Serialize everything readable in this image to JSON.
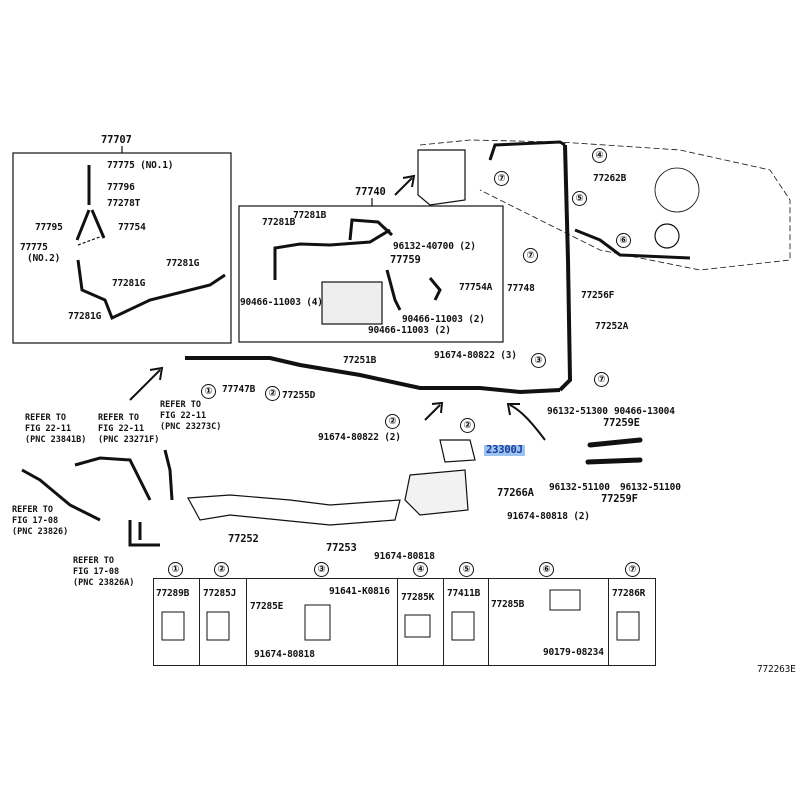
{
  "diagram_id": "772263E",
  "highlight_color": "#9cc3f0",
  "groups": {
    "left_box": {
      "title": "77707",
      "labels": [
        "77775 (NO.1)",
        "77796",
        "77278T",
        "77795",
        "77754",
        "77775",
        "(NO.2)",
        "77281G",
        "77281G",
        "77281G"
      ]
    },
    "canister_box": {
      "title": "77740",
      "labels": [
        "77281B",
        "77281B",
        "96132-40700 (2)",
        "77759",
        "77754A",
        "90466-11003 (4)",
        "90466-11003 (2)",
        "90466-11003 (2)"
      ]
    }
  },
  "parts": {
    "p91674_80822_3": "91674-80822 (3)",
    "p77747B": "77747B",
    "p77255D": "77255D",
    "p77251B": "77251B",
    "p91674_80822_2": "91674-80822 (2)",
    "p23300J": "23300J",
    "p77266A": "77266A",
    "p91674_80818_2": "91674-80818 (2)",
    "p91674_80818": "91674-80818",
    "p77253": "77253",
    "p77252": "77252",
    "p96132_51300": "96132-51300",
    "p90466_13004": "90466-13004",
    "p77259E": "77259E",
    "p96132_51100a": "96132-51100",
    "p96132_51100b": "96132-51100",
    "p77259F": "77259F",
    "p77262B": "77262B",
    "p77748": "77748",
    "p77256F": "77256F",
    "p77252A": "77252A"
  },
  "refs": [
    {
      "l1": "REFER TO",
      "l2": "FIG 22-11",
      "l3": "(PNC 23841B)"
    },
    {
      "l1": "REFER TO",
      "l2": "FIG 22-11",
      "l3": "(PNC 23271F)"
    },
    {
      "l1": "REFER TO",
      "l2": "FIG 22-11",
      "l3": "(PNC 23273C)"
    },
    {
      "l1": "REFER TO",
      "l2": "FIG 17-08",
      "l3": "(PNC 23826)"
    },
    {
      "l1": "REFER TO",
      "l2": "FIG 17-08",
      "l3": "(PNC 23826A)"
    }
  ],
  "callouts": [
    "①",
    "②",
    "③",
    "④",
    "⑤",
    "⑥",
    "⑦"
  ],
  "clamp_table": [
    {
      "num": "①",
      "parts": [
        "77289B"
      ]
    },
    {
      "num": "②",
      "parts": [
        "77285J"
      ]
    },
    {
      "num": "③",
      "parts": [
        "77285E",
        "91641-K0816",
        "91674-80818"
      ]
    },
    {
      "num": "④",
      "parts": [
        "77285K"
      ]
    },
    {
      "num": "⑤",
      "parts": [
        "77411B"
      ]
    },
    {
      "num": "⑥",
      "parts": [
        "77285B",
        "90179-08234"
      ]
    },
    {
      "num": "⑦",
      "parts": [
        "77286R"
      ]
    }
  ]
}
